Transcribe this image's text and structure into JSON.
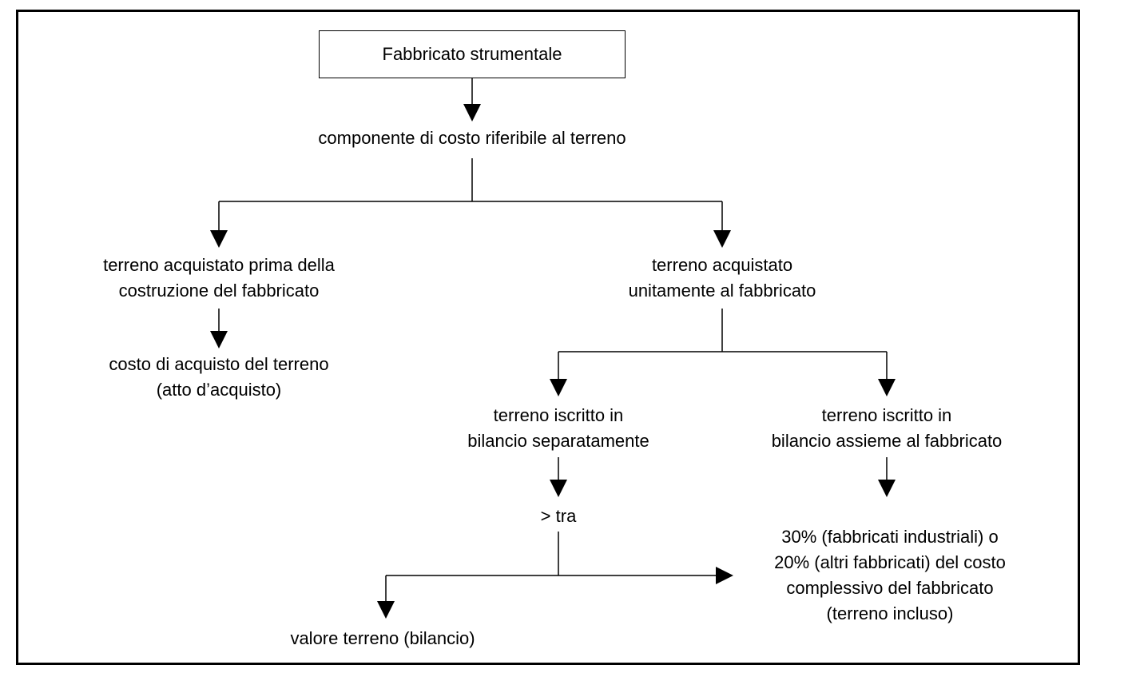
{
  "diagram": {
    "root": "Fabbricato strumentale",
    "cost_component": "componente di costo riferibile al terreno",
    "left_branch": {
      "line1": "terreno acquistato prima della",
      "line2": "costruzione del fabbricato",
      "result_line1": "costo di acquisto del terreno",
      "result_line2": "(atto d’acquisto)"
    },
    "right_branch": {
      "line1": "terreno acquistato",
      "line2": "unitamente al fabbricato",
      "separate": {
        "line1": "terreno iscritto in",
        "line2": "bilancio separatamente",
        "compare": "> tra",
        "value": "valore terreno (bilancio)"
      },
      "together": {
        "line1": "terreno iscritto in",
        "line2": "bilancio assieme al fabbricato",
        "pct_line1": "30% (fabbricati industriali) o",
        "pct_line2": "20% (altri fabbricati) del costo",
        "pct_line3": "complessivo del fabbricato",
        "pct_line4": "(terreno incluso)"
      }
    }
  }
}
